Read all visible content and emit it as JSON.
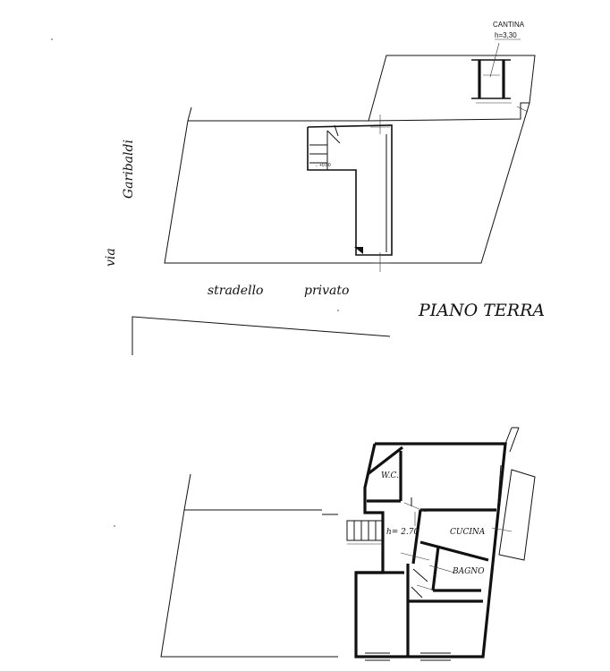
{
  "upper_plan": {
    "cellar_label": "CANTINA",
    "cellar_height": "h=3,30",
    "street_via": "via",
    "street_name": "Garibaldi",
    "lane_word_1": "stradello",
    "lane_word_2": "privato",
    "floor_title": "PIANO TERRA"
  },
  "lower_plan": {
    "wc_label": "W.C.",
    "height_label": "h= 2.70",
    "kitchen_label": "CUCINA",
    "bath_label": "BAGNO"
  }
}
